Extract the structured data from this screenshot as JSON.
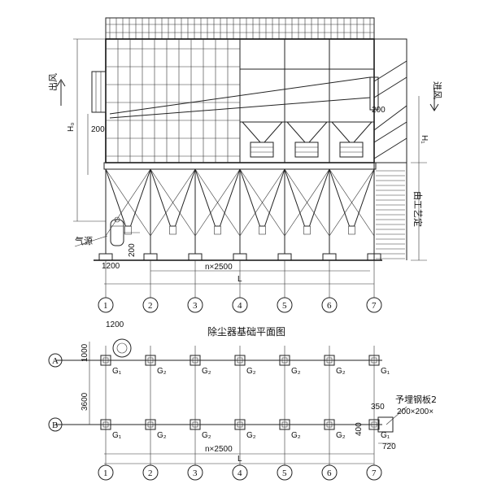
{
  "labels": {
    "outlet": "出风",
    "inlet": "进风",
    "air_source": "气源",
    "process_note": "由工艺定",
    "title": "除尘器基础平面图",
    "embedded_plate_line1": "予埋钢板2",
    "embedded_plate_line2": "200×200×",
    "h0": "H₀",
    "h1": "H₁",
    "dim_200_outlet": "200",
    "dim_200_inlet": "200",
    "dim_1200_elev": "1200",
    "dim_200_elev": "200",
    "span": "n×2500",
    "total_L": "L",
    "dim_1200_plan": "1200",
    "dim_1000": "1000",
    "dim_3600": "3600",
    "dim_350": "350",
    "dim_400": "400",
    "dim_720": "720",
    "span_plan": "n×2500",
    "total_L_plan": "L"
  },
  "axes_columns": [
    "1",
    "2",
    "3",
    "4",
    "5",
    "6",
    "7"
  ],
  "axes_rows": [
    "A",
    "B"
  ],
  "row_a_foundations": [
    "G₁",
    "G₂",
    "G₂",
    "G₂",
    "G₂",
    "G₂",
    "G₁"
  ],
  "row_b_foundations": [
    "G₁",
    "G₂",
    "G₂",
    "G₂",
    "G₂",
    "G₂",
    "G₁"
  ]
}
